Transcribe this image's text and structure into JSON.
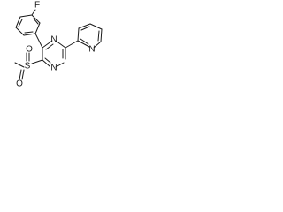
{
  "molecule": {
    "atoms": {
      "fluorine": "F",
      "pyrimidine_n1": "N",
      "pyrimidine_n3": "N",
      "pyridine_n": "N",
      "sulfur": "S",
      "oxygen_1": "O",
      "oxygen_2": "O"
    }
  }
}
